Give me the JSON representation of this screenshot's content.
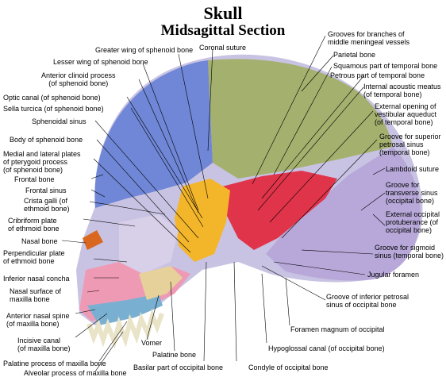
{
  "title": "Skull",
  "subtitle": "Midsagittal Section",
  "labels": {
    "greater_wing": "Greater wing of sphenoid bone",
    "coronal_suture": "Coronal suture",
    "lesser_wing": "Lesser wing of sphenoid bone",
    "anterior_clinoid": "Anterior clinoid process\n(of sphenoid bone)",
    "optic_canal": "Optic canal (of sphenoid bone)",
    "sella_turcica": "Sella turcica (of sphenoid bone)",
    "sphenoidal_sinus": "Sphenoidal sinus",
    "body_sphenoid": "Body of sphenoid bone",
    "pterygoid": "Medial and lateral plates\nof pterygoid process\n(of sphenoid bone)",
    "frontal_bone": "Frontal bone",
    "frontal_sinus": "Frontal sinus",
    "crista_galli": "Crista galli (of\nethmoid bone)",
    "cribriform": "Cribriform plate\nof ethmoid bone",
    "nasal_bone": "Nasal bone",
    "perpendicular_plate": "Perpendicular plate\nof ethmoid bone",
    "inferior_concha": "Inferior nasal concha",
    "nasal_surface_maxilla": "Nasal surface of\nmaxilla bone",
    "anterior_nasal_spine": "Anterior nasal spine\n(of maxilla bone)",
    "incisive_canal": "Incisive canal\n(of maxilla bone)",
    "palatine_process": "Palatine process of maxilla bone",
    "alveolar_process": "Alveolar process of maxilla bone",
    "vomer": "Vomer",
    "palatine_bone": "Palatine bone",
    "basilar_occipital": "Basilar part of occipital bone",
    "condyle_occipital": "Condyle of occipital bone",
    "hypoglossal_canal": "Hypoglossal canal (of occipital bone)",
    "foramen_magnum": "Foramen magnum of occipital",
    "groove_inferior_petrosal": "Groove of inferior petrosal\nsinus of occipital bone",
    "jugular_foramen": "Jugular foramen",
    "groove_sigmoid": "Groove for sigmoid\nsinus (temporal bone)",
    "external_occipital": "External occipital\nprotuberance (of\noccipital bone)",
    "groove_transverse": "Groove for\ntransverse sinus\n(occipital bone)",
    "lambdoid_suture": "Lambdoid suture",
    "groove_superior_petrosal": "Groove for superior\npetrosal sinus\n(temporal bone)",
    "external_opening": "External opening of\nvestibular aqueduct\n(of temporal bone)",
    "internal_acoustic": "Internal acoustic meatus\n(of temporal bone)",
    "petrous_part": "Petrous part of temporal bone",
    "squamous_part": "Squamous part of temporal bone",
    "parietal_bone": "Parietal bone",
    "grooves_meningeal": "Grooves for branches of\nmiddle meningeal vessels"
  },
  "colors": {
    "frontal": "#6f87d6",
    "parietal": "#a4b06e",
    "occipital": "#b7a8d9",
    "temporal_petrous": "#e0344a",
    "sphenoid": "#f3b52a",
    "ethmoid": "#d8cfe8",
    "maxilla": "#ef9ab4",
    "vomer": "#e7d19a",
    "nasal": "#d9671f",
    "palatine": "#79b0d2"
  }
}
